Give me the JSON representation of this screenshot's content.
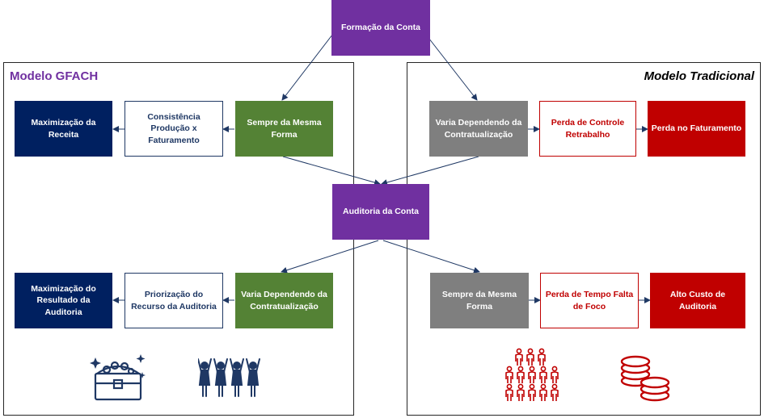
{
  "colors": {
    "purple": "#7030a0",
    "green": "#548235",
    "navy": "#002060",
    "grey": "#7f7f7f",
    "red": "#c00000",
    "arrow": "#1f3864"
  },
  "top_node": {
    "label": "Formação da Conta"
  },
  "center_node": {
    "label": "Auditoria da Conta"
  },
  "left_panel": {
    "title": "Modelo GFACH",
    "row1": {
      "source": "Sempre da Mesma Forma",
      "middle": "Consistência Produção x Faturamento",
      "result": "Maximização da Receita"
    },
    "row2": {
      "source": "Varia Dependendo da Contratualização",
      "middle": "Priorização do Recurso da Auditoria",
      "result": "Maximização do Resultado da Auditoria"
    },
    "icons": [
      "treasure-chest-icon",
      "celebrating-team-icon"
    ]
  },
  "right_panel": {
    "title": "Modelo Tradicional",
    "row1": {
      "source": "Varia Dependendo da Contratualização",
      "middle": "Perda de Controle Retrabalho",
      "result": "Perda no Faturamento"
    },
    "row2": {
      "source": "Sempre da Mesma Forma",
      "middle": "Perda de Tempo Falta de Foco",
      "result": "Alto Custo de Auditoria"
    },
    "icons": [
      "crowd-icon",
      "coin-stacks-icon"
    ]
  }
}
